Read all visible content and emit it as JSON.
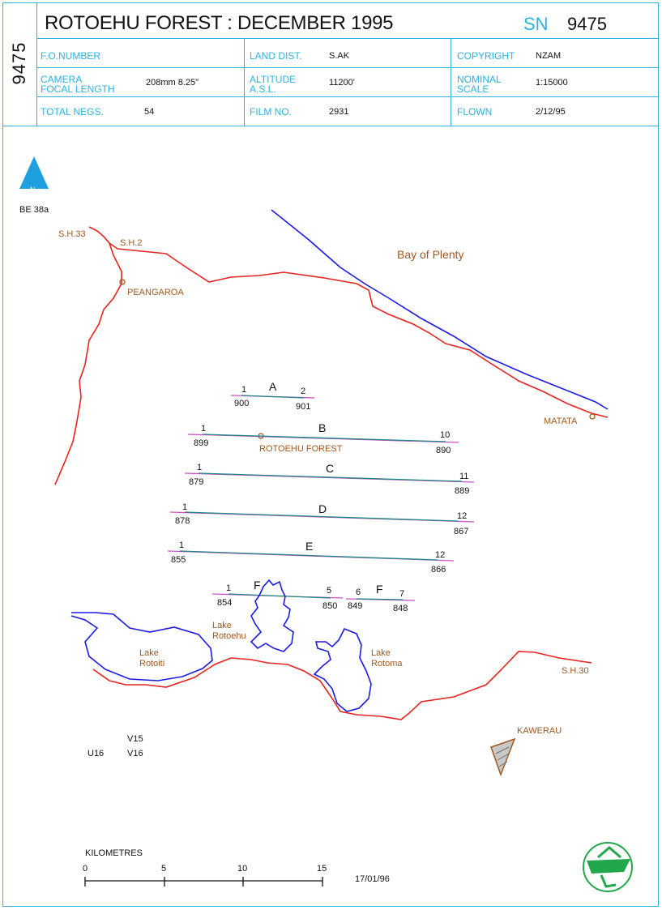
{
  "header": {
    "side_number": "9475",
    "title": "ROTOEHU FOREST : DECEMBER 1995",
    "sn_label": "SN",
    "sn_number": "9475",
    "fo_number_label": "F.O.NUMBER",
    "fo_number_value": "",
    "land_dist_label": "LAND DIST.",
    "land_dist_value": "S.AK",
    "copyright_label": "COPYRIGHT",
    "copyright_value": "NZAM",
    "camera_label_1": "CAMERA",
    "camera_label_2": "FOCAL LENGTH",
    "camera_value": "208mm  8.25\"",
    "altitude_label_1": "ALTITUDE",
    "altitude_label_2": "A.S.L.",
    "altitude_value": "11200'",
    "nominal_label_1": "NOMINAL",
    "nominal_label_2": "SCALE",
    "nominal_value": "1:15000",
    "total_negs_label": "TOTAL NEGS.",
    "total_negs_value": "54",
    "film_no_label": "FILM NO.",
    "film_no_value": "2931",
    "flown_label": "FLOWN",
    "flown_value": "2/12/95"
  },
  "north_arrow": {
    "letter": "N",
    "sheet": "BE 38a"
  },
  "places": {
    "sh33": "S.H.33",
    "sh2": "S.H.2",
    "peangaroa": "PEANGAROA",
    "bay": "Bay  of  Plenty",
    "matata": "MATATA",
    "rotoehu_forest": "ROTOEHU  FOREST",
    "lake_rotoiti_1": "Lake",
    "lake_rotoiti_2": "Rotoiti",
    "lake_rotoehu_1": "Lake",
    "lake_rotoehu_2": "Rotoehu",
    "lake_rotoma_1": "Lake",
    "lake_rotoma_2": "Rotoma",
    "sh30": "S.H.30",
    "kawerau": "KAWERAU"
  },
  "runs": {
    "A": {
      "letter": "A",
      "start": "1",
      "end": "2",
      "start_neg": "900",
      "end_neg": "901"
    },
    "B": {
      "letter": "B",
      "start": "1",
      "end": "10",
      "start_neg": "899",
      "end_neg": "890"
    },
    "C": {
      "letter": "C",
      "start": "1",
      "end": "11",
      "start_neg": "879",
      "end_neg": "889"
    },
    "D": {
      "letter": "D",
      "start": "1",
      "end": "12",
      "start_neg": "878",
      "end_neg": "867"
    },
    "E": {
      "letter": "E",
      "start": "1",
      "end": "12",
      "start_neg": "855",
      "end_neg": "866"
    },
    "F1": {
      "letter": "F",
      "start": "1",
      "end": "5",
      "start_neg": "854",
      "end_neg": "850"
    },
    "F2": {
      "letter": "F",
      "start": "6",
      "end": "7",
      "start_neg": "849",
      "end_neg": "848"
    }
  },
  "grid_refs": {
    "v15": "V15",
    "u16": "U16",
    "v16": "V16"
  },
  "scale_bar": {
    "label": "KILOMETRES",
    "ticks": [
      "0",
      "5",
      "10",
      "15"
    ]
  },
  "date": "17/01/96",
  "colors": {
    "accent": "#2bb3e0",
    "road": "#e8231e",
    "water": "#1a1ae6",
    "run_line": "#1a8a80",
    "run_end": "#d04fd0",
    "place": "#a0581e"
  }
}
